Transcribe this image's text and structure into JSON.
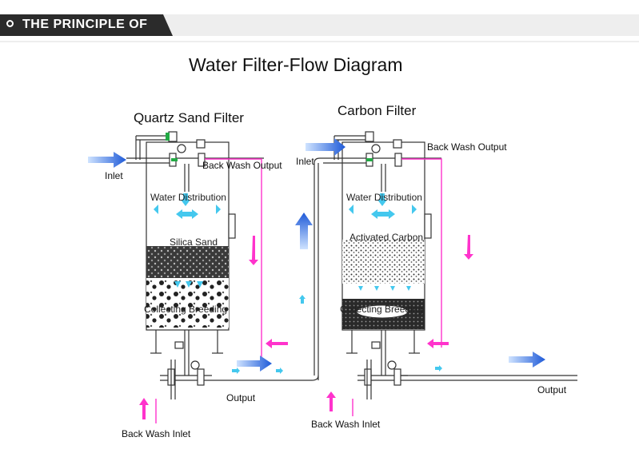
{
  "header": {
    "section_label": "THE PRINCIPLE OF"
  },
  "diagram": {
    "title": "Water Filter-Flow Diagram",
    "filters": [
      {
        "name": "Quartz Sand Filter",
        "labels": {
          "inlet": "Inlet",
          "back_wash_output": "Back Wash Output",
          "water_distribution": "Water Distribution",
          "media": "Silica Sand",
          "collecting": "Collecting Breeding",
          "output": "Output",
          "back_wash_inlet": "Back Wash Inlet"
        }
      },
      {
        "name": "Carbon Filter",
        "labels": {
          "inlet": "Inlet",
          "back_wash_output": "Back Wash Output",
          "water_distribution": "Water Distribution",
          "media": "Activated Carbon",
          "collecting": "Collecting Breeding",
          "output": "Output",
          "back_wash_inlet": "Back Wash Inlet"
        }
      }
    ],
    "colors": {
      "flow": "#2f6fe0",
      "back_wash": "#ff33cc",
      "valve_green": "#22aa44",
      "banner": "#2b2b2b",
      "outline": "#333333"
    }
  }
}
